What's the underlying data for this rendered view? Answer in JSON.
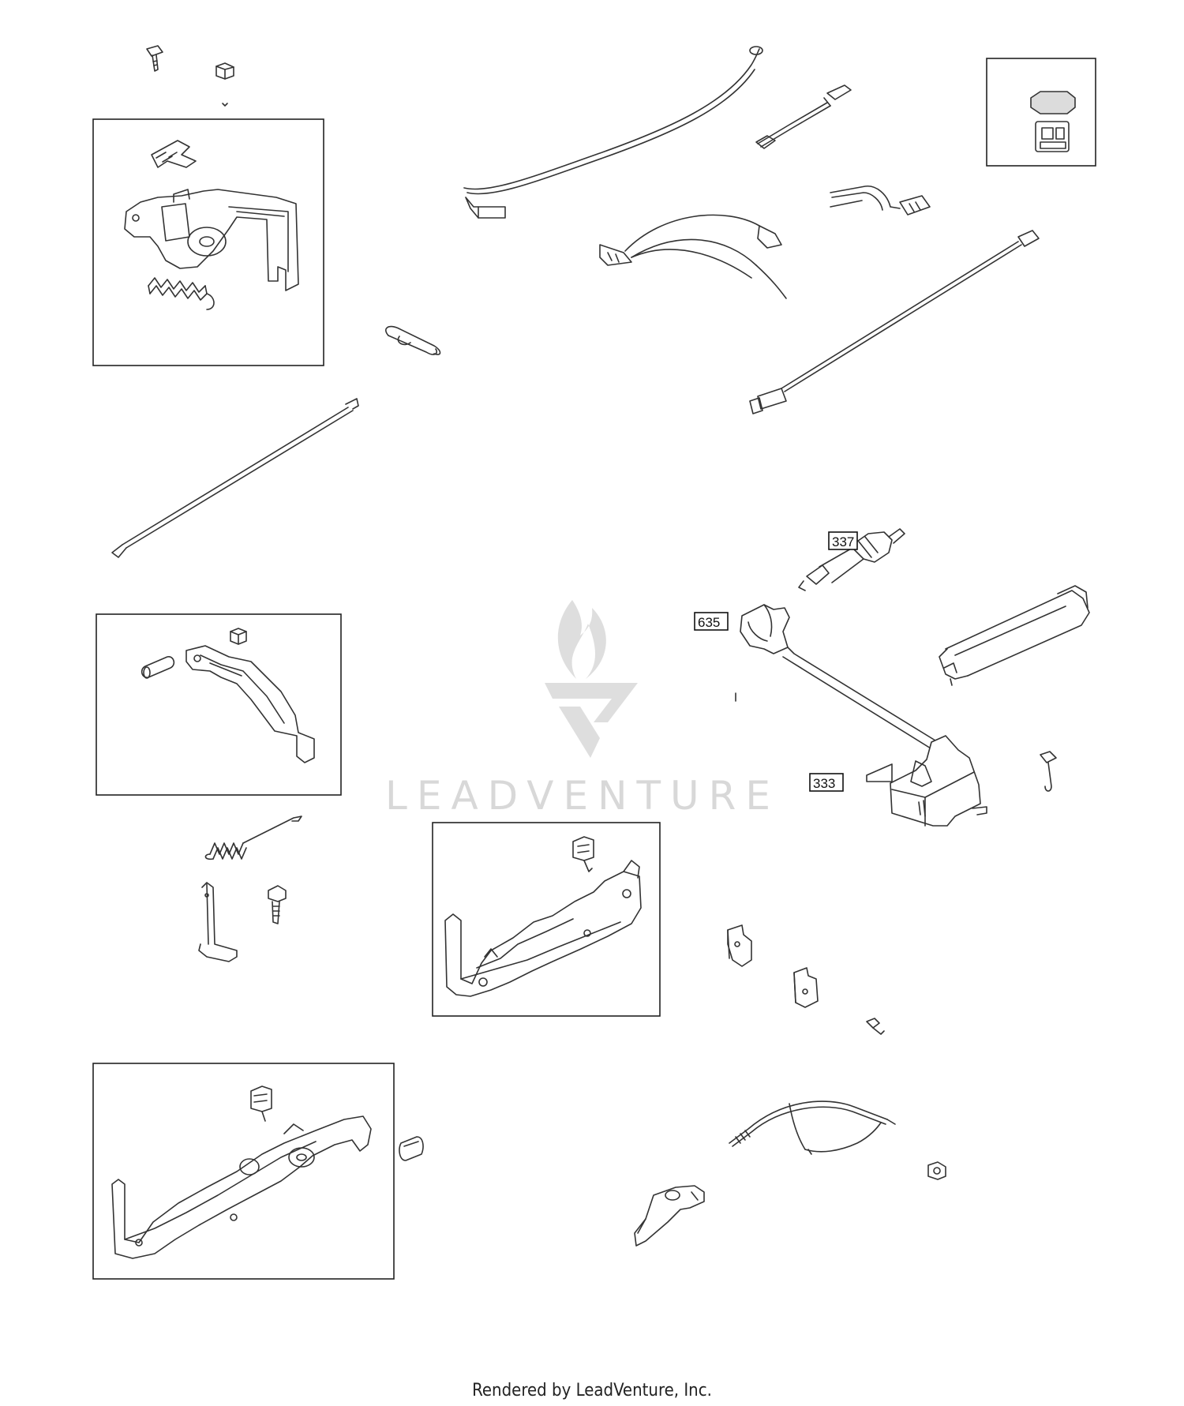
{
  "callouts": {
    "c337": "337",
    "c635": "635",
    "c333": "333"
  },
  "watermark": {
    "text": "LEADVENTURE"
  },
  "footer": {
    "text": "Rendered by LeadVenture, Inc."
  },
  "colors": {
    "line": "#333333",
    "watermark": "#d8d8d8",
    "background": "#ffffff"
  }
}
